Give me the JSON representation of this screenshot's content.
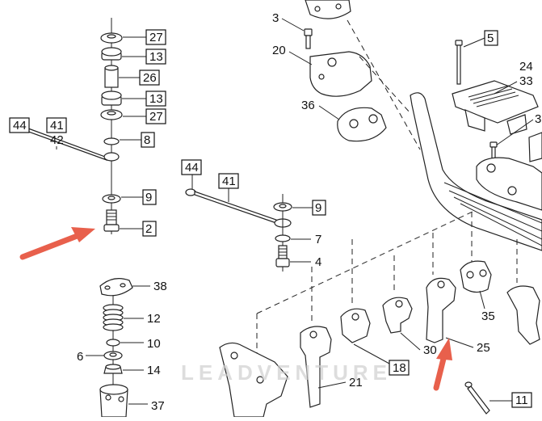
{
  "diagram": {
    "callouts": {
      "c27a": "27",
      "c13a": "13",
      "c26": "26",
      "c13b": "13",
      "c27b": "27",
      "c8": "8",
      "c9a": "9",
      "c2": "2",
      "c44a": "44",
      "c41a": "41",
      "c42": "42",
      "c44b": "44",
      "c41b": "41",
      "c9b": "9",
      "c7": "7",
      "c4": "4",
      "c38": "38",
      "c12": "12",
      "c10": "10",
      "c6": "6",
      "c14": "14",
      "c37": "37",
      "c3": "3",
      "c20": "20",
      "c36": "36",
      "c5": "5",
      "c24": "24",
      "c33": "33",
      "c3b": "3",
      "c35": "35",
      "c30": "30",
      "c25": "25",
      "c18": "18",
      "c21": "21",
      "c11": "11"
    },
    "watermark": "LEADVENTURE",
    "arrow_color": "#e8604c"
  }
}
